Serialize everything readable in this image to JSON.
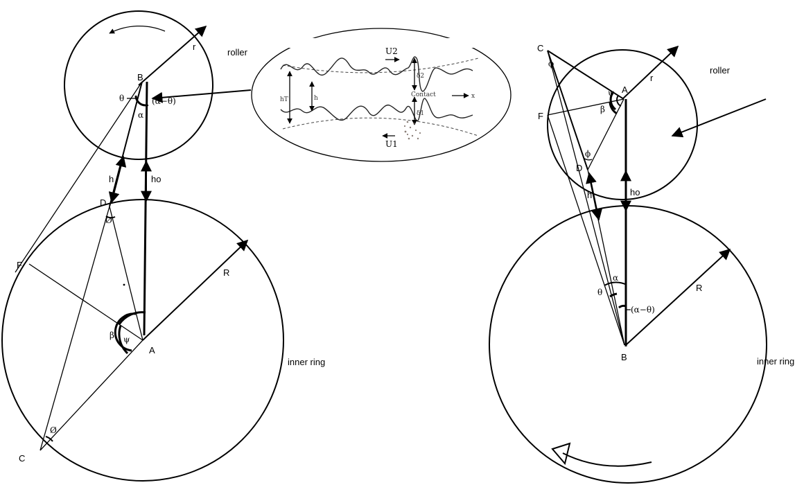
{
  "left_diagram": {
    "roller_label": "roller",
    "inner_ring_label": "inner ring",
    "points": {
      "B": "B",
      "D": "D",
      "F": "F",
      "A": "A",
      "C": "C"
    },
    "dims": {
      "r": "r",
      "R": "R",
      "h": "h",
      "ho": "ho"
    },
    "angles": {
      "theta": "θ",
      "alpha_minus_theta": "(α−θ)",
      "alpha": "α",
      "phi_top": "Ø",
      "phi_bottom": "Ø",
      "beta": "β",
      "psi": "ψ"
    }
  },
  "right_diagram": {
    "roller_label": "roller",
    "inner_ring_label": "inner ring",
    "points": {
      "C": "C",
      "A": "A",
      "F": "F",
      "D": "D",
      "B": "B"
    },
    "dims": {
      "r": "r",
      "R": "R",
      "h": "h",
      "ho": "ho"
    },
    "angles": {
      "phi_top": "ϕ",
      "psi": "ψ",
      "beta": "β",
      "phi_bottom": "ϕ",
      "alpha": "α",
      "theta": "θ",
      "alpha_minus_theta": "(α−θ)"
    }
  },
  "inset": {
    "u2": "U2",
    "u1": "U1",
    "h": "h",
    "hT": "hT",
    "delta2": "δ2",
    "delta1": "δ1",
    "contact": "Contact",
    "x": "x"
  }
}
